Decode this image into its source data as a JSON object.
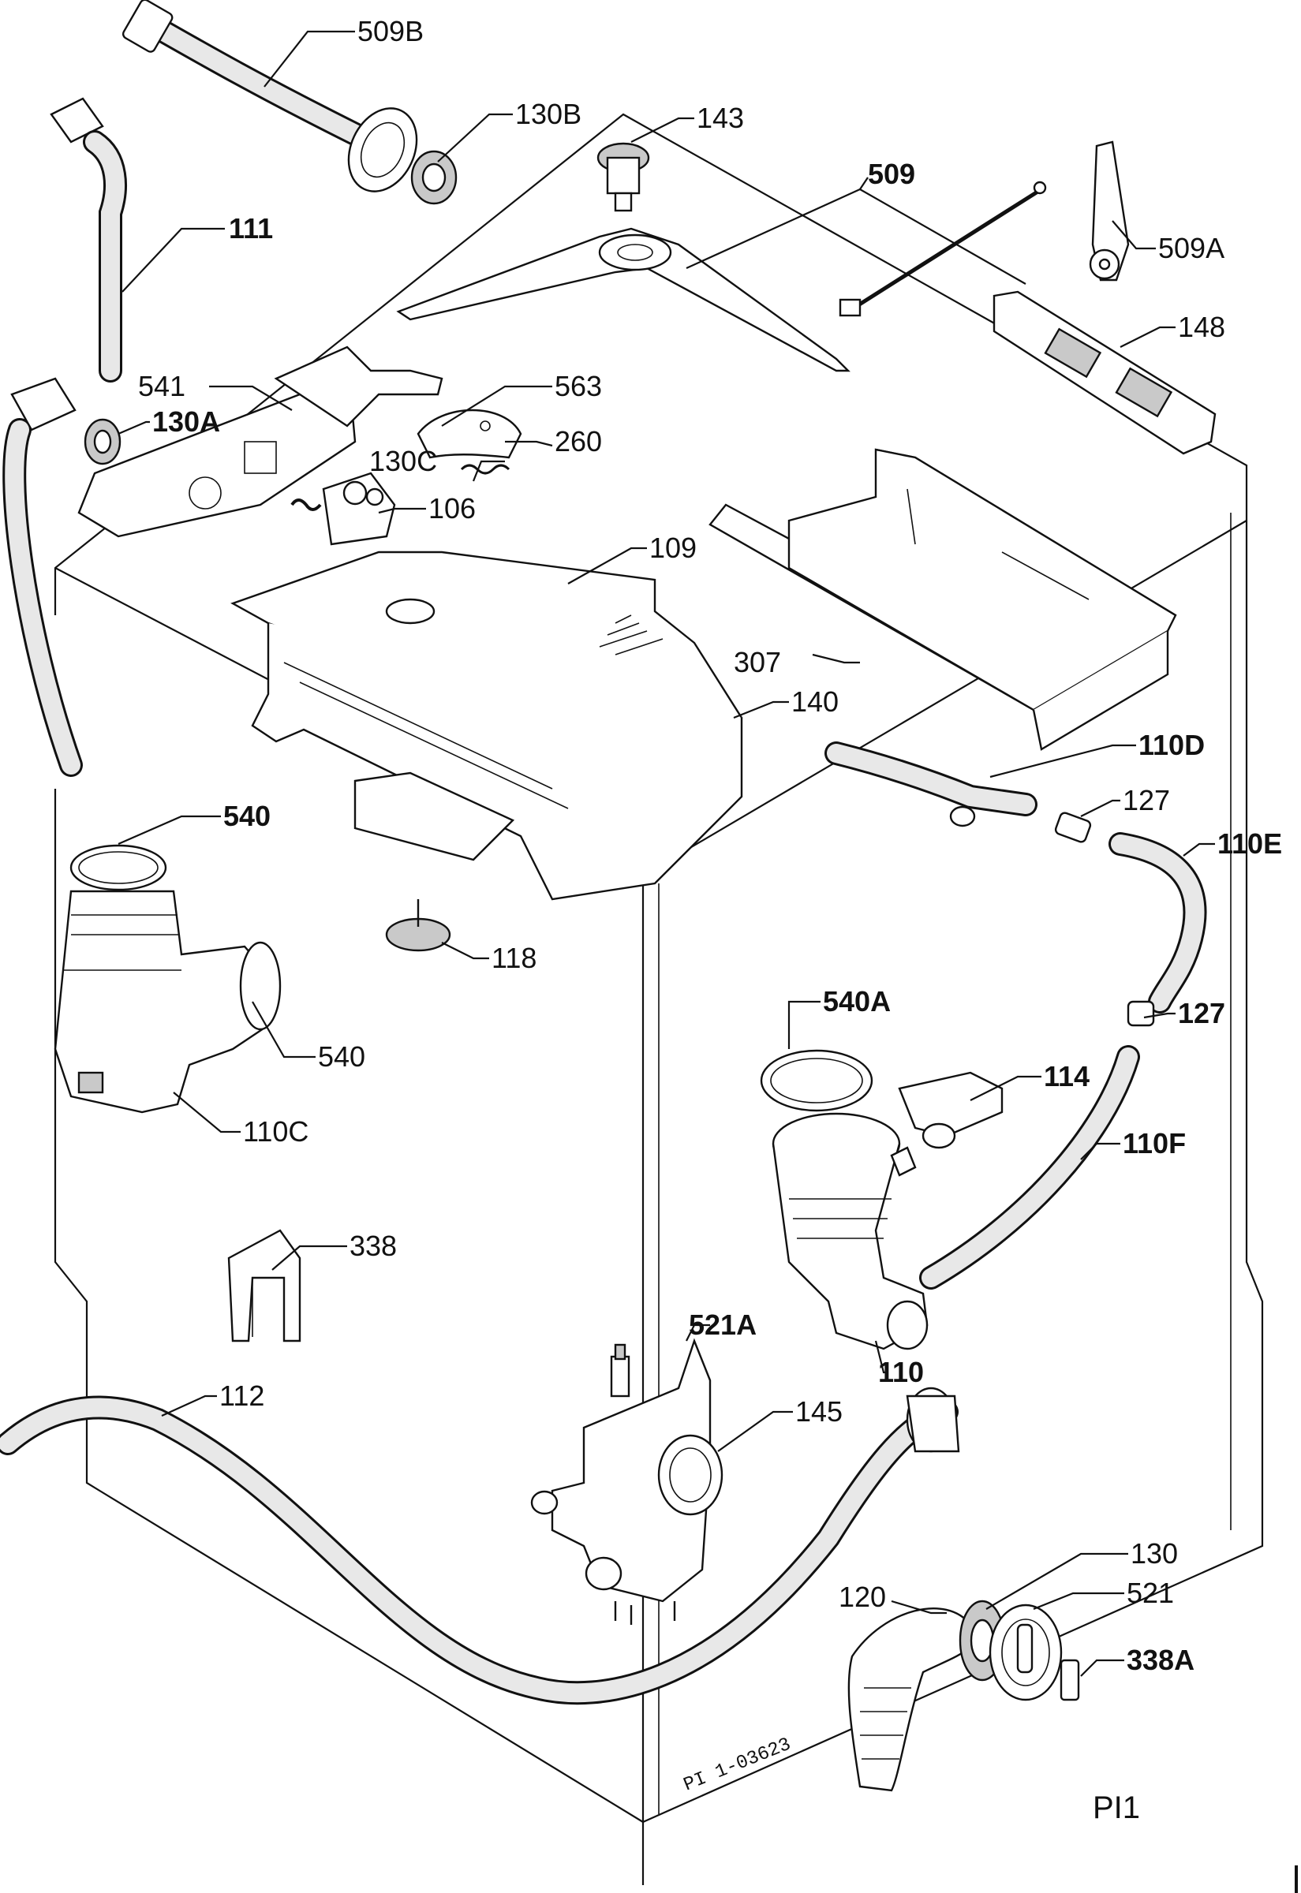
{
  "labels": [
    {
      "id": "509b",
      "text": "509B"
    },
    {
      "id": "130b",
      "text": "130B"
    },
    {
      "id": "143",
      "text": "143"
    },
    {
      "id": "509",
      "text": "509"
    },
    {
      "id": "509a",
      "text": "509A"
    },
    {
      "id": "111",
      "text": "111"
    },
    {
      "id": "148",
      "text": "148"
    },
    {
      "id": "541",
      "text": "541"
    },
    {
      "id": "130a",
      "text": "130A"
    },
    {
      "id": "563",
      "text": "563"
    },
    {
      "id": "130c",
      "text": "130C"
    },
    {
      "id": "260",
      "text": "260"
    },
    {
      "id": "106",
      "text": "106"
    },
    {
      "id": "109",
      "text": "109"
    },
    {
      "id": "307",
      "text": "307"
    },
    {
      "id": "140",
      "text": "140"
    },
    {
      "id": "110d",
      "text": "110D"
    },
    {
      "id": "540top",
      "text": "540"
    },
    {
      "id": "127a",
      "text": "127"
    },
    {
      "id": "110e",
      "text": "110E"
    },
    {
      "id": "118",
      "text": "118"
    },
    {
      "id": "540a",
      "text": "540A"
    },
    {
      "id": "127b",
      "text": "127"
    },
    {
      "id": "540mid",
      "text": "540"
    },
    {
      "id": "114",
      "text": "114"
    },
    {
      "id": "110c",
      "text": "110C"
    },
    {
      "id": "110f",
      "text": "110F"
    },
    {
      "id": "338",
      "text": "338"
    },
    {
      "id": "110",
      "text": "110"
    },
    {
      "id": "521a",
      "text": "521A"
    },
    {
      "id": "112",
      "text": "112"
    },
    {
      "id": "145",
      "text": "145"
    },
    {
      "id": "130",
      "text": "130"
    },
    {
      "id": "120",
      "text": "120"
    },
    {
      "id": "521",
      "text": "521"
    },
    {
      "id": "338a",
      "text": "338A"
    }
  ],
  "drawing_number": "PI 1-03623",
  "page_ref": "PI1"
}
